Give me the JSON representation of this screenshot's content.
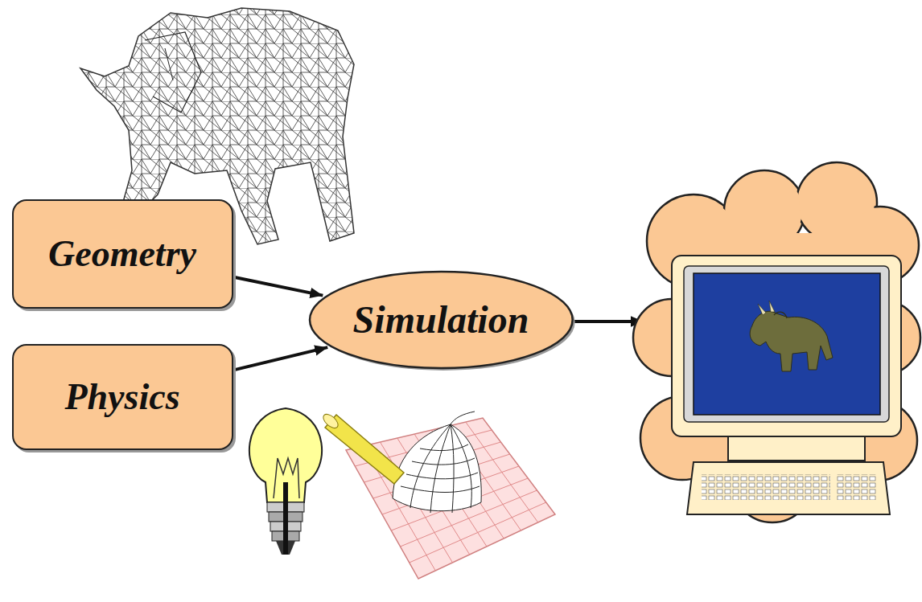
{
  "diagram": {
    "nodes": [
      {
        "text": [
          "Geometry"
        ]
      },
      {
        "text": [
          "Physics"
        ]
      },
      {
        "text": [
          "Simulation"
        ]
      }
    ],
    "edges": [
      {
        "from": 0,
        "to": 2,
        "arrow": "to"
      },
      {
        "from": 1,
        "to": 2,
        "arrow": "to"
      }
    ]
  }
}
